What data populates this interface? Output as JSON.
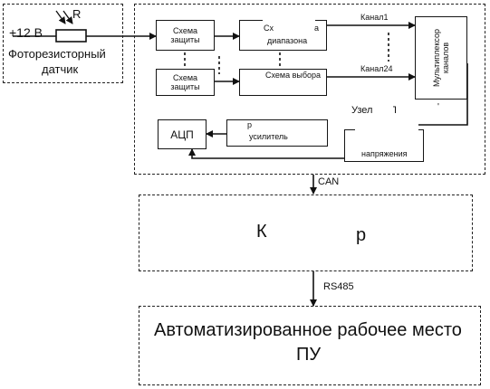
{
  "sensor": {
    "resistor_label": "R",
    "voltage_label": "+12 В",
    "name_line1": "Фоторезисторный",
    "name_line2": "датчик"
  },
  "block_channels": {
    "protect1_line1": "Схема",
    "protect1_line2": "защиты",
    "protect2_line1": "Схема",
    "protect2_line2": "защиты",
    "range_top": "Сх",
    "range_top_right": "а",
    "range_bottom": "диапазона",
    "select_label": "Схема выбора",
    "channel_first": "Канал1",
    "channel_last": "Канал24",
    "mux_line1": "Мультиплексор",
    "mux_line2": "каналов",
    "usd_label": "Узел АЦП",
    "adc_label": "АЦП",
    "amp_top": "р",
    "amp_bottom": "усилитель",
    "ref_bottom": "напряжения"
  },
  "links": {
    "can_label": "CAN",
    "rs485_label": "RS485"
  },
  "controller": {
    "fragment_left": "К",
    "fragment_right": "р"
  },
  "workstation": {
    "line1": "Автоматизированное рабочее место",
    "line2": "ПУ"
  },
  "colors": {
    "ink": "#151515",
    "paper": "#ffffff"
  }
}
